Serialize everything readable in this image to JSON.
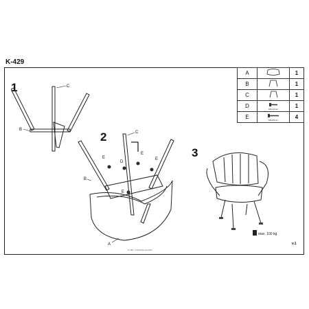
{
  "model": "K-429",
  "steps": [
    "1",
    "2",
    "3"
  ],
  "parts": [
    {
      "code": "A",
      "icon": "seat-icon",
      "qty": "1"
    },
    {
      "code": "B",
      "icon": "leg-frame-icon",
      "qty": "1"
    },
    {
      "code": "C",
      "icon": "rear-leg-frame-icon",
      "qty": "1"
    },
    {
      "code": "D",
      "icon": "bolt-icon",
      "qty": "1",
      "spec": "M6x16mm"
    },
    {
      "code": "E",
      "icon": "screw-icon",
      "qty": "4",
      "spec": "M6x25mm"
    }
  ],
  "callouts": {
    "a": "A",
    "b": "B",
    "c": "C",
    "d": "D",
    "e": "E"
  },
  "weight_limit": "max. 100 kg",
  "version": "v.1",
  "footnote": "K-429 · instrukcja montażu"
}
